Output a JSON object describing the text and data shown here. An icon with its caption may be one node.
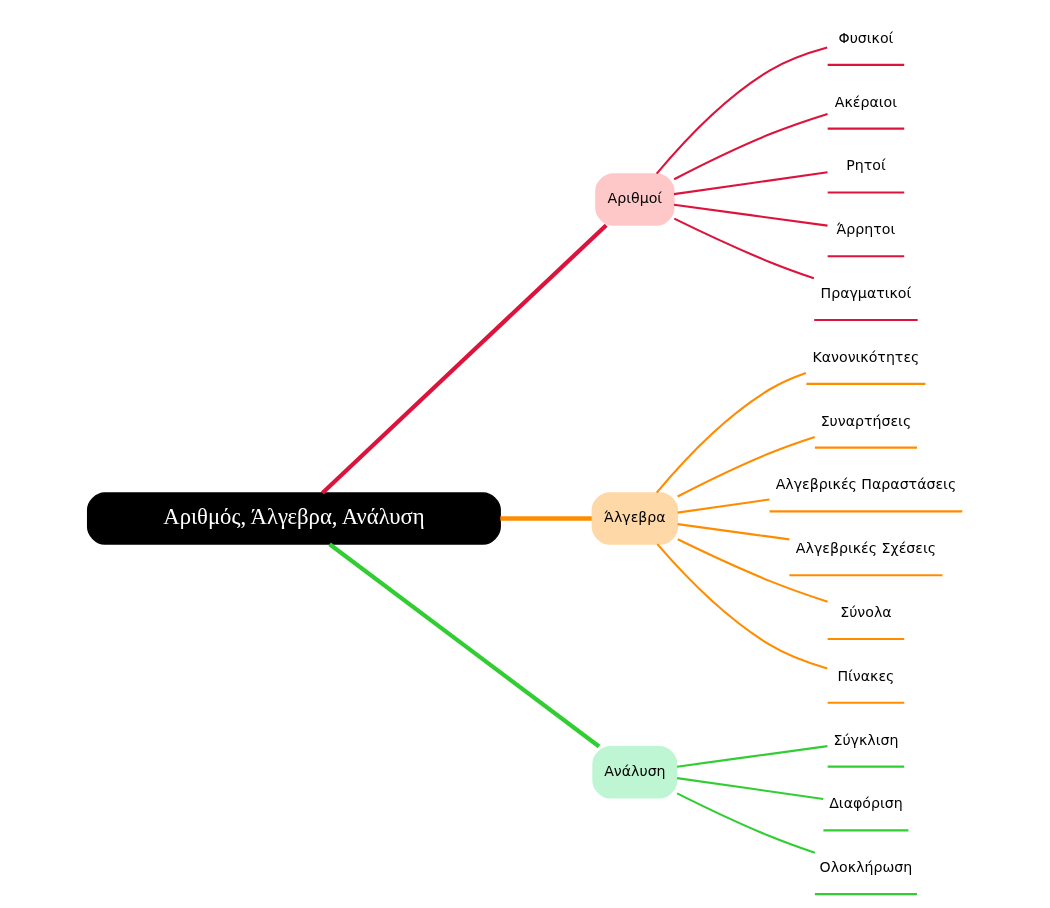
{
  "diagram": {
    "nodes": [
      {
        "text": [
          "Αριθμός, Άλγεβρα, Ανάλυση"
        ]
      },
      {
        "text": [
          "Αριθμοί"
        ]
      },
      {
        "text": [
          "Φυσικοί"
        ]
      },
      {
        "text": [
          "Ακέραιοι"
        ]
      },
      {
        "text": [
          "Ρητοί"
        ]
      },
      {
        "text": [
          "Άρρητοι"
        ]
      },
      {
        "text": [
          "Πραγματικοί"
        ]
      },
      {
        "text": [
          "Άλγεβρα"
        ]
      },
      {
        "text": [
          "Κανονικότητες"
        ]
      },
      {
        "text": [
          "Συναρτήσεις"
        ]
      },
      {
        "text": [
          "Αλγεβρικές Παραστάσεις"
        ]
      },
      {
        "text": [
          "Αλγεβρικές Σχέσεις"
        ]
      },
      {
        "text": [
          "Σύνολα"
        ]
      },
      {
        "text": [
          "Πίνακες"
        ]
      },
      {
        "text": [
          "Ανάλυση"
        ]
      },
      {
        "text": [
          "Σύγκλιση"
        ]
      },
      {
        "text": [
          "Διαφόριση"
        ]
      },
      {
        "text": [
          "Ολοκλήρωση"
        ]
      }
    ],
    "edges": [
      {
        "from": 0,
        "to": 1,
        "arrow": "none",
        "style": "thick",
        "color": "#dc143c"
      },
      {
        "from": 1,
        "to": 2,
        "arrow": "none",
        "color": "#dc143c"
      },
      {
        "from": 1,
        "to": 3,
        "arrow": "none",
        "color": "#dc143c"
      },
      {
        "from": 1,
        "to": 4,
        "arrow": "none",
        "color": "#dc143c"
      },
      {
        "from": 1,
        "to": 5,
        "arrow": "none",
        "color": "#dc143c"
      },
      {
        "from": 1,
        "to": 6,
        "arrow": "none",
        "color": "#dc143c"
      },
      {
        "from": 0,
        "to": 7,
        "arrow": "none",
        "style": "thick",
        "color": "#ff8c00"
      },
      {
        "from": 7,
        "to": 8,
        "arrow": "none",
        "color": "#ff8c00"
      },
      {
        "from": 7,
        "to": 9,
        "arrow": "none",
        "color": "#ff8c00"
      },
      {
        "from": 7,
        "to": 10,
        "arrow": "none",
        "color": "#ff8c00"
      },
      {
        "from": 7,
        "to": 11,
        "arrow": "none",
        "color": "#ff8c00"
      },
      {
        "from": 7,
        "to": 12,
        "arrow": "none",
        "color": "#ff8c00"
      },
      {
        "from": 7,
        "to": 13,
        "arrow": "none",
        "color": "#ff8c00"
      },
      {
        "from": 0,
        "to": 14,
        "arrow": "none",
        "style": "thick",
        "color": "#32cd32"
      },
      {
        "from": 14,
        "to": 15,
        "arrow": "none",
        "color": "#32cd32"
      },
      {
        "from": 14,
        "to": 16,
        "arrow": "none",
        "color": "#32cd32"
      },
      {
        "from": 14,
        "to": 17,
        "arrow": "none",
        "color": "#32cd32"
      }
    ]
  }
}
